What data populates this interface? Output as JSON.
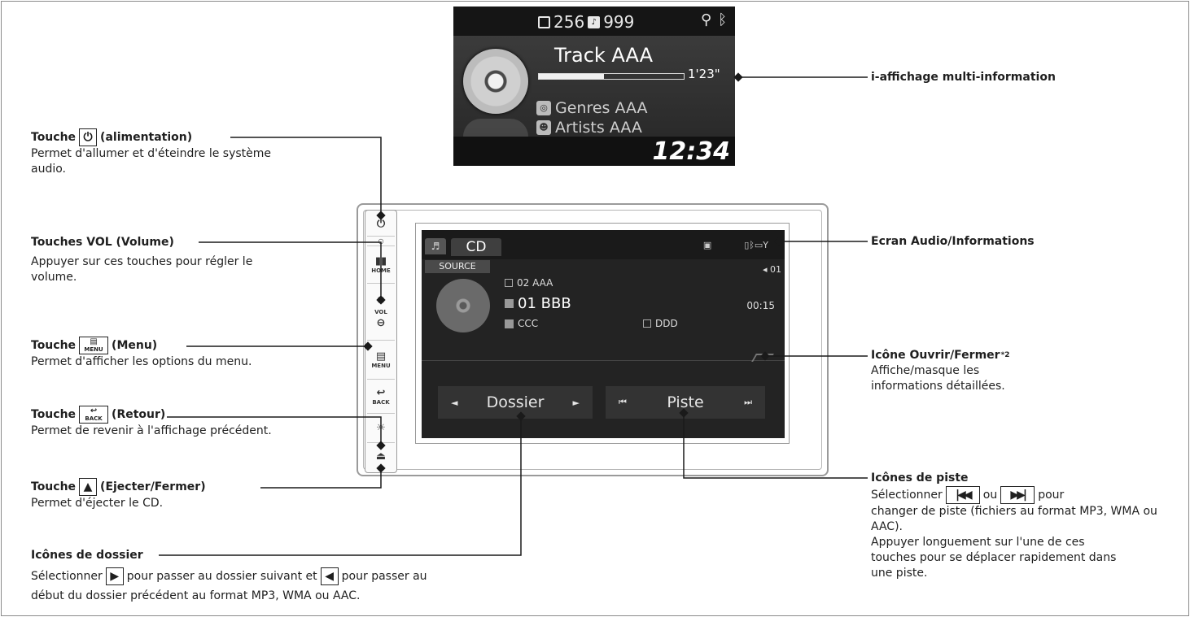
{
  "multi_info": {
    "folder_count": "256",
    "track_count": "999",
    "usb_icon": "usb-icon",
    "bluetooth_icon": "bluetooth-icon",
    "track_title": "Track AAA",
    "elapsed": "1'23\"",
    "progress_fraction": 0.45,
    "genre": "Genres AAA",
    "artist": "Artists AAA",
    "clock": "12:34"
  },
  "audio_screen": {
    "tab_label": "CD",
    "source_label": "SOURCE",
    "volume": "01",
    "folder": "02 AAA",
    "track": "01  BBB",
    "time": "00:15",
    "artist": "CCC",
    "album": "DDD",
    "folder_button": "Dossier",
    "track_button": "Piste"
  },
  "keys": {
    "home": "HOME",
    "vol": "VOL",
    "menu": "MENU",
    "back": "BACK"
  },
  "annotations": {
    "power": {
      "head": "Touche",
      "label": "(alimentation)",
      "desc": "Permet d'allumer et d'éteindre le système audio."
    },
    "vol": {
      "head": "Touches VOL (Volume)",
      "desc": "Appuyer sur ces touches pour régler le volume."
    },
    "menu": {
      "head": "Touche",
      "label": "(Menu)",
      "desc": "Permet d'afficher les options du menu.",
      "key_text": "MENU"
    },
    "back": {
      "head": "Touche",
      "label": "(Retour)",
      "desc": "Permet de revenir à l'affichage précédent.",
      "key_text": "BACK"
    },
    "eject": {
      "head": "Touche",
      "label": "(Ejecter/Fermer)",
      "desc": "Permet d'éjecter le CD."
    },
    "folder_icons": {
      "head": "Icônes de dossier",
      "desc_a": "Sélectionner",
      "desc_b": "pour passer au dossier suivant et",
      "desc_c": "pour passer au",
      "desc_d": "début du dossier précédent au format MP3, WMA ou AAC."
    },
    "multi_info": {
      "head": "i-affichage multi-information"
    },
    "audio_screen": {
      "head": "Ecran Audio/Informations"
    },
    "open_close": {
      "head": "Icône Ouvrir/Fermer",
      "note": "*2",
      "desc": "Affiche/masque les informations détaillées."
    },
    "track_icons": {
      "head": "Icônes de piste",
      "desc_a": "Sélectionner",
      "desc_b": "ou",
      "desc_c": "pour",
      "desc_d": "changer de piste (fichiers au format MP3, WMA ou AAC).",
      "desc_e": "Appuyer longuement sur l'une de ces touches pour se déplacer rapidement dans une piste."
    }
  }
}
